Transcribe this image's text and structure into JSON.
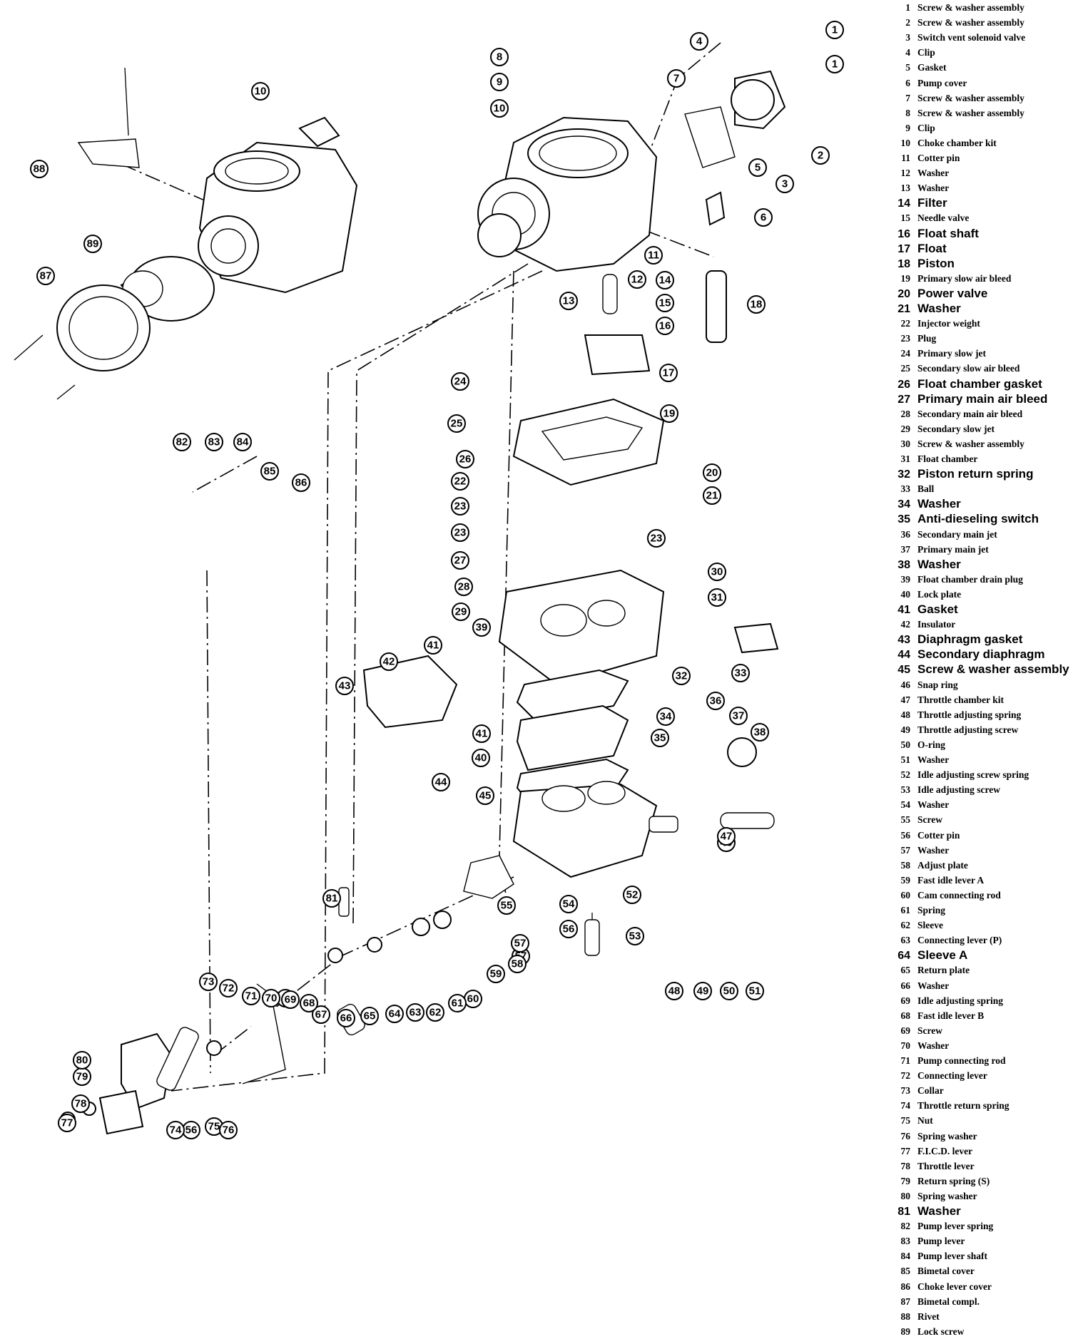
{
  "legend": [
    {
      "n": "1",
      "label": "Screw & washer assembly",
      "big": false
    },
    {
      "n": "2",
      "label": "Screw & washer assembly",
      "big": false
    },
    {
      "n": "3",
      "label": "Switch vent solenoid valve",
      "big": false
    },
    {
      "n": "4",
      "label": "Clip",
      "big": false
    },
    {
      "n": "5",
      "label": "Gasket",
      "big": false
    },
    {
      "n": "6",
      "label": "Pump cover",
      "big": false
    },
    {
      "n": "7",
      "label": "Screw & washer assembly",
      "big": false
    },
    {
      "n": "8",
      "label": "Screw & washer assembly",
      "big": false
    },
    {
      "n": "9",
      "label": "Clip",
      "big": false
    },
    {
      "n": "10",
      "label": "Choke chamber kit",
      "big": false
    },
    {
      "n": "11",
      "label": "Cotter pin",
      "big": false
    },
    {
      "n": "12",
      "label": "Washer",
      "big": false
    },
    {
      "n": "13",
      "label": "Washer",
      "big": false
    },
    {
      "n": "14",
      "label": "Filter",
      "big": true
    },
    {
      "n": "15",
      "label": "Needle valve",
      "big": false
    },
    {
      "n": "16",
      "label": "Float shaft",
      "big": true
    },
    {
      "n": "17",
      "label": "Float",
      "big": true
    },
    {
      "n": "18",
      "label": "Piston",
      "big": true
    },
    {
      "n": "19",
      "label": "Primary slow air bleed",
      "big": false
    },
    {
      "n": "20",
      "label": "Power valve",
      "big": true
    },
    {
      "n": "21",
      "label": "Washer",
      "big": true
    },
    {
      "n": "22",
      "label": "Injector weight",
      "big": false
    },
    {
      "n": "23",
      "label": "Plug",
      "big": false
    },
    {
      "n": "24",
      "label": "Primary slow jet",
      "big": false
    },
    {
      "n": "25",
      "label": "Secondary slow air bleed",
      "big": false
    },
    {
      "n": "26",
      "label": "Float chamber gasket",
      "big": true
    },
    {
      "n": "27",
      "label": "Primary main air bleed",
      "big": true
    },
    {
      "n": "28",
      "label": "Secondary main air bleed",
      "big": false
    },
    {
      "n": "29",
      "label": "Secondary slow jet",
      "big": false
    },
    {
      "n": "30",
      "label": "Screw & washer assembly",
      "big": false
    },
    {
      "n": "31",
      "label": "Float chamber",
      "big": false
    },
    {
      "n": "32",
      "label": "Piston return spring",
      "big": true
    },
    {
      "n": "33",
      "label": "Ball",
      "big": false
    },
    {
      "n": "34",
      "label": "Washer",
      "big": true
    },
    {
      "n": "35",
      "label": "Anti-dieseling switch",
      "big": true
    },
    {
      "n": "36",
      "label": "Secondary main jet",
      "big": false
    },
    {
      "n": "37",
      "label": "Primary main jet",
      "big": false
    },
    {
      "n": "38",
      "label": "Washer",
      "big": true
    },
    {
      "n": "39",
      "label": "Float chamber drain plug",
      "big": false
    },
    {
      "n": "40",
      "label": "Lock plate",
      "big": false
    },
    {
      "n": "41",
      "label": "Gasket",
      "big": true
    },
    {
      "n": "42",
      "label": "Insulator",
      "big": false
    },
    {
      "n": "43",
      "label": "Diaphragm gasket",
      "big": true
    },
    {
      "n": "44",
      "label": "Secondary diaphragm",
      "big": true
    },
    {
      "n": "45",
      "label": "Screw & washer assembly",
      "big": true
    },
    {
      "n": "46",
      "label": "Snap ring",
      "big": false
    },
    {
      "n": "47",
      "label": "Throttle chamber kit",
      "big": false
    },
    {
      "n": "48",
      "label": "Throttle adjusting spring",
      "big": false
    },
    {
      "n": "49",
      "label": "Throttle adjusting screw",
      "big": false
    },
    {
      "n": "50",
      "label": "O-ring",
      "big": false
    },
    {
      "n": "51",
      "label": "Washer",
      "big": false
    },
    {
      "n": "52",
      "label": "Idle adjusting screw spring",
      "big": false
    },
    {
      "n": "53",
      "label": "Idle adjusting screw",
      "big": false
    },
    {
      "n": "54",
      "label": "Washer",
      "big": false
    },
    {
      "n": "55",
      "label": "Screw",
      "big": false
    },
    {
      "n": "56",
      "label": "Cotter pin",
      "big": false
    },
    {
      "n": "57",
      "label": "Washer",
      "big": false
    },
    {
      "n": "58",
      "label": "Adjust plate",
      "big": false
    },
    {
      "n": "59",
      "label": "Fast idle lever A",
      "big": false
    },
    {
      "n": "60",
      "label": "Cam connecting rod",
      "big": false
    },
    {
      "n": "61",
      "label": "Spring",
      "big": false
    },
    {
      "n": "62",
      "label": "Sleeve",
      "big": false
    },
    {
      "n": "63",
      "label": "Connecting lever (P)",
      "big": false
    },
    {
      "n": "64",
      "label": "Sleeve A",
      "big": true
    },
    {
      "n": "65",
      "label": "Return plate",
      "big": false
    },
    {
      "n": "66",
      "label": "Washer",
      "big": false
    },
    {
      "n": "69",
      "label": "Idle adjusting spring",
      "big": false
    },
    {
      "n": "68",
      "label": "Fast idle lever B",
      "big": false
    },
    {
      "n": "69",
      "label": "Screw",
      "big": false
    },
    {
      "n": "70",
      "label": "Washer",
      "big": false
    },
    {
      "n": "71",
      "label": "Pump connecting rod",
      "big": false
    },
    {
      "n": "72",
      "label": "Connecting lever",
      "big": false
    },
    {
      "n": "73",
      "label": "Collar",
      "big": false
    },
    {
      "n": "74",
      "label": "Throttle return spring",
      "big": false
    },
    {
      "n": "75",
      "label": "Nut",
      "big": false
    },
    {
      "n": "76",
      "label": "Spring washer",
      "big": false
    },
    {
      "n": "77",
      "label": "F.I.C.D. lever",
      "big": false
    },
    {
      "n": "78",
      "label": "Throttle lever",
      "big": false
    },
    {
      "n": "79",
      "label": "Return spring (S)",
      "big": false
    },
    {
      "n": "80",
      "label": "Spring washer",
      "big": false
    },
    {
      "n": "81",
      "label": "Washer",
      "big": true
    },
    {
      "n": "82",
      "label": "Pump lever spring",
      "big": false
    },
    {
      "n": "83",
      "label": "Pump lever",
      "big": false
    },
    {
      "n": "84",
      "label": "Pump lever shaft",
      "big": false
    },
    {
      "n": "85",
      "label": "Bimetal cover",
      "big": false
    },
    {
      "n": "86",
      "label": "Choke lever cover",
      "big": false
    },
    {
      "n": "87",
      "label": "Bimetal compl.",
      "big": false
    },
    {
      "n": "88",
      "label": "Rivet",
      "big": false
    },
    {
      "n": "89",
      "label": "Lock screw",
      "big": false
    }
  ],
  "callouts": [
    "1",
    "1",
    "2",
    "3",
    "4",
    "5",
    "6",
    "7",
    "8",
    "9",
    "10",
    "10",
    "11",
    "12",
    "13",
    "14",
    "15",
    "16",
    "17",
    "18",
    "19",
    "20",
    "21",
    "22",
    "23",
    "23",
    "23",
    "24",
    "25",
    "26",
    "27",
    "28",
    "29",
    "30",
    "31",
    "32",
    "33",
    "34",
    "35",
    "36",
    "37",
    "38",
    "39",
    "40",
    "41",
    "41",
    "42",
    "43",
    "44",
    "45",
    "46",
    "47",
    "48",
    "49",
    "50",
    "51",
    "52",
    "53",
    "54",
    "55",
    "56",
    "56",
    "57",
    "57",
    "58",
    "59",
    "60",
    "61",
    "62",
    "63",
    "64",
    "65",
    "66",
    "67",
    "68",
    "69",
    "70",
    "71",
    "72",
    "73",
    "74",
    "75",
    "76",
    "77",
    "78",
    "79",
    "80",
    "81",
    "82",
    "83",
    "84",
    "85",
    "86",
    "87",
    "88",
    "89"
  ]
}
